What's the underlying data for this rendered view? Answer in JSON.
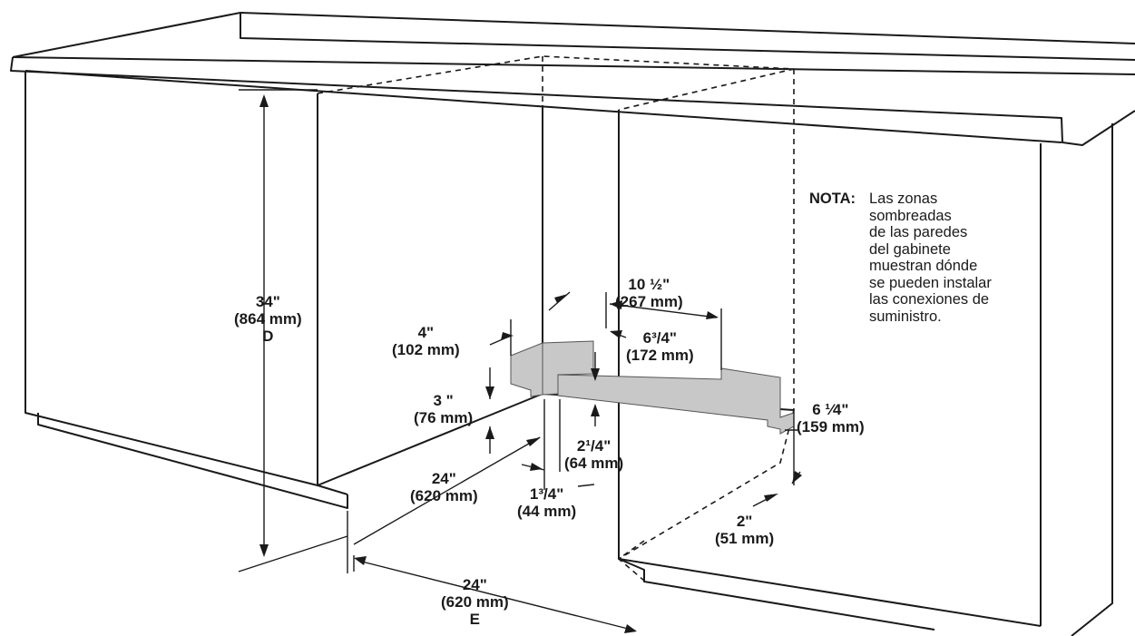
{
  "note": {
    "label": "NOTA:",
    "lines": [
      "Las zonas",
      "sombreadas",
      "de las paredes",
      "del gabinete",
      "muestran dónde",
      "se pueden instalar",
      "las conexiones de",
      "suministro."
    ]
  },
  "dimensions": {
    "height": {
      "imperial": "34\"",
      "metric": "(864 mm)",
      "letter": "D"
    },
    "width": {
      "imperial": "24\"",
      "metric": "(620 mm)",
      "letter": "E"
    },
    "depth": {
      "imperial": "24\"",
      "metric": "(620 mm)"
    },
    "zone_height_left": {
      "imperial": "4\"",
      "metric": "(102 mm)"
    },
    "zone_bottom_left": {
      "imperial": "3 \"",
      "metric": "(76 mm)"
    },
    "corner_offset": {
      "imperial": "1³/4\"",
      "metric": "(44 mm)"
    },
    "floor_offset": {
      "imperial": "2¹/4\"",
      "metric": "(64 mm)"
    },
    "back_zone_width": {
      "imperial": "10 ½\"",
      "metric": "(267 mm)"
    },
    "back_zone_offset": {
      "imperial": "6³/4\"",
      "metric": "(172 mm)"
    },
    "right_zone_height": {
      "imperial": "6 ¹⁄4\"",
      "metric": "(159 mm)"
    },
    "right_zone_offset": {
      "imperial": "2\"",
      "metric": "(51 mm)"
    }
  },
  "colors": {
    "line": "#1a1a1a",
    "zone_fill": "#c8c8c8",
    "background": "#ffffff"
  }
}
